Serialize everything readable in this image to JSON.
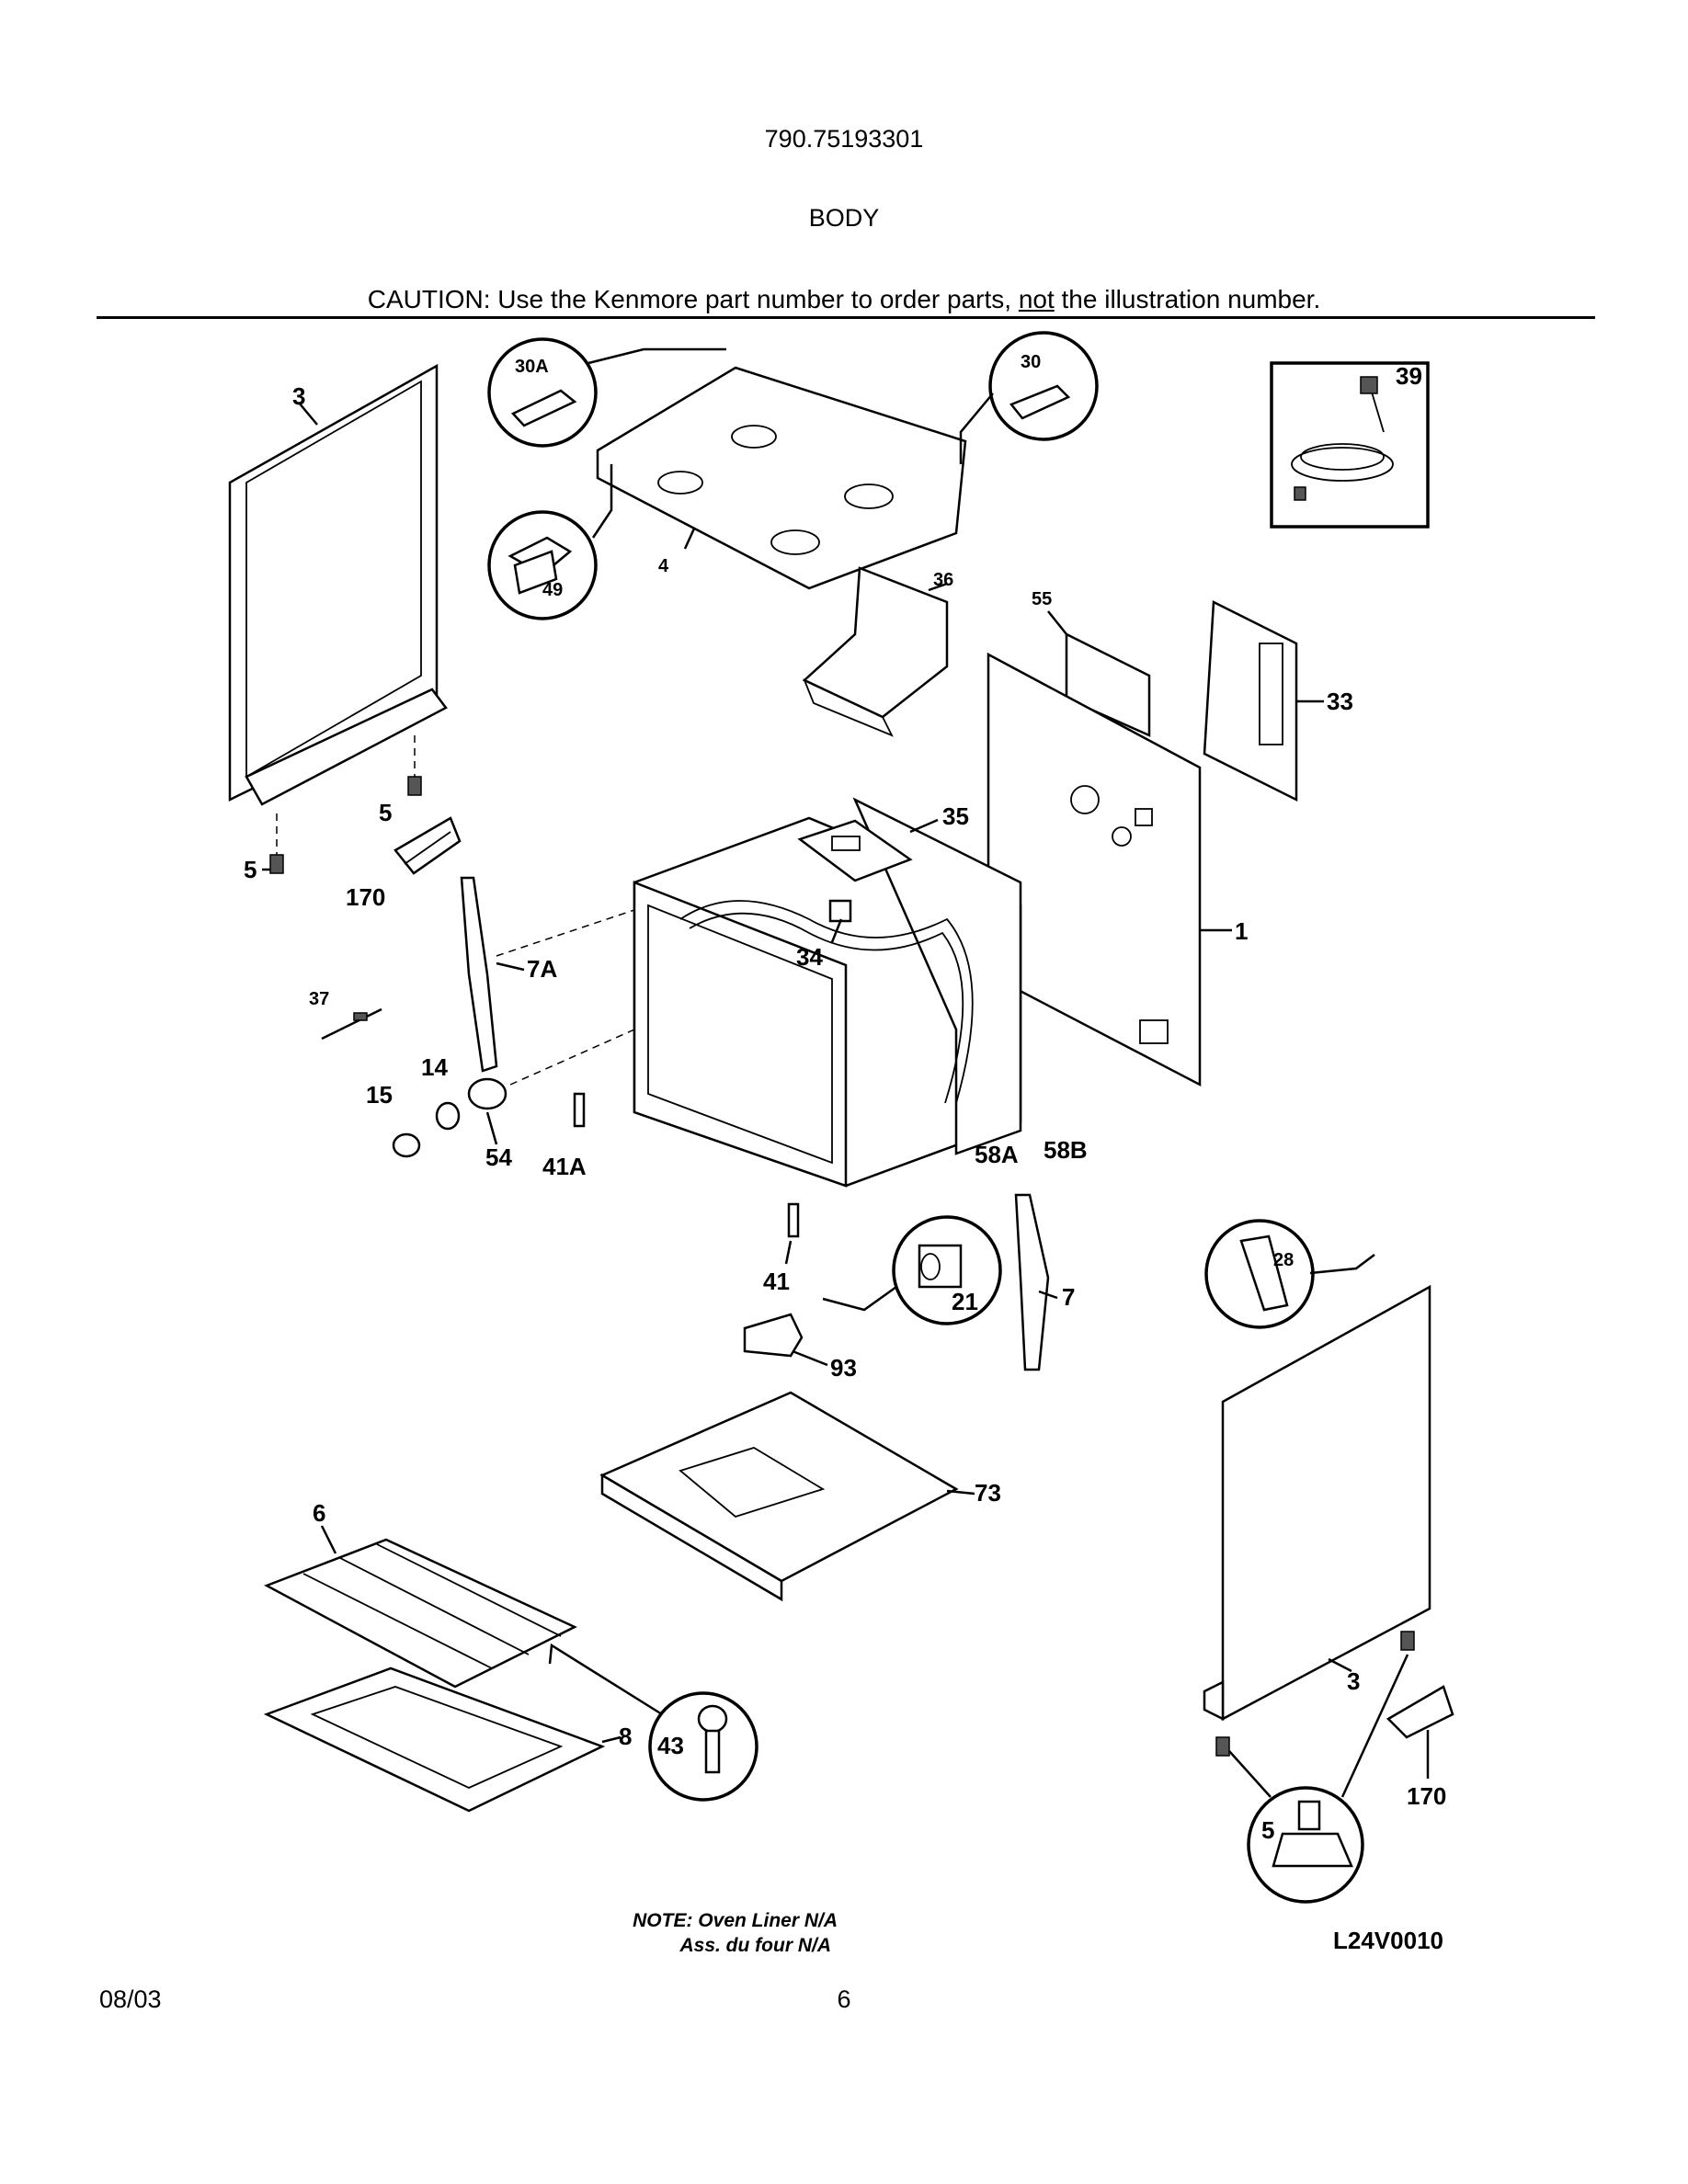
{
  "header": {
    "model_number": "790.75193301",
    "section_title": "BODY",
    "caution_prefix": "CAUTION: Use the Kenmore part number to order parts, ",
    "caution_underlined": "not",
    "caution_suffix": " the illustration number."
  },
  "callouts": {
    "c3_left": "3",
    "c30A": "30A",
    "c30": "30",
    "c39": "39",
    "c4": "4",
    "c49": "49",
    "c36": "36",
    "c55": "55",
    "c33": "33",
    "c5_a": "5",
    "c5_b": "5",
    "c35": "35",
    "c170_left": "170",
    "c1": "1",
    "c7A": "7A",
    "c34": "34",
    "c37": "37",
    "c14": "14",
    "c15": "15",
    "c54": "54",
    "c41A": "41A",
    "c58A": "58A",
    "c58B": "58B",
    "c41": "41",
    "c21": "21",
    "c7": "7",
    "c28": "28",
    "c93": "93",
    "c73": "73",
    "c6": "6",
    "c3_right": "3",
    "c43": "43",
    "c8": "8",
    "c170_right": "170",
    "c5_right": "5"
  },
  "footer": {
    "note_line1": "NOTE: Oven Liner N/A",
    "note_line2": "Ass. du four N/A",
    "drawing_code": "L24V0010",
    "date": "08/03",
    "page_number": "6"
  }
}
